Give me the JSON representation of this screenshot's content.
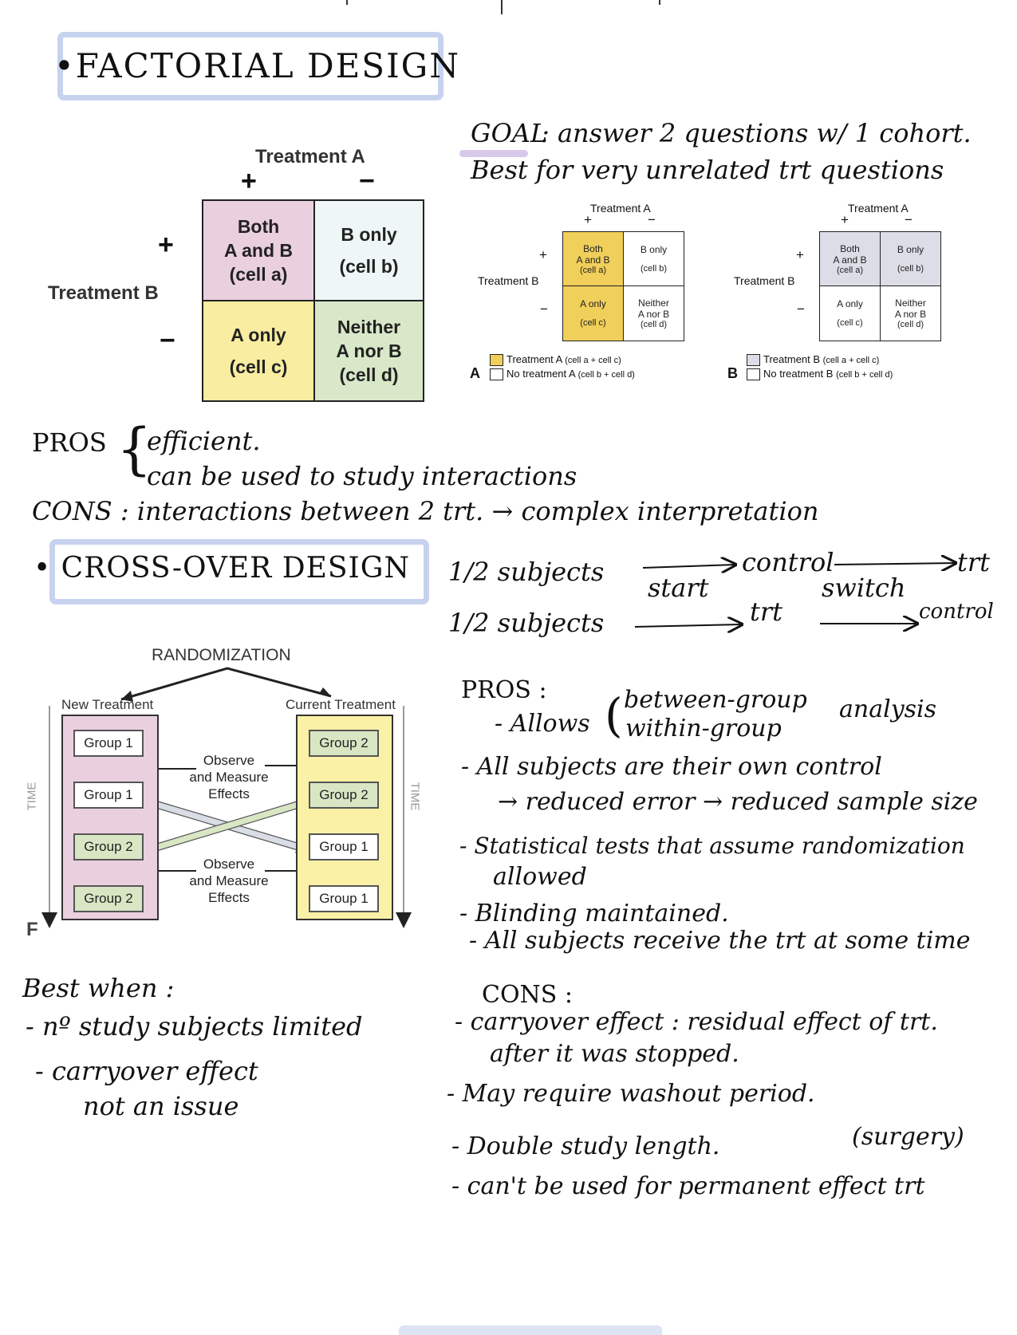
{
  "factorial": {
    "title": "•FACTORIAL DESIGN",
    "goal_label": "GOAL",
    "goal_text": ": answer 2 questions w/ 1 cohort.",
    "best_for": "Best for very unrelated trt questions",
    "big_matrix": {
      "col_header": "Treatment A",
      "col_plus": "+",
      "col_minus": "−",
      "row_header": "Treatment B",
      "row_plus": "+",
      "row_minus": "−",
      "cell_a": [
        "Both",
        "A and B",
        "(cell a)"
      ],
      "cell_b": [
        "B only",
        "(cell b)"
      ],
      "cell_c": [
        "A only",
        "(cell c)"
      ],
      "cell_d": [
        "Neither",
        "A nor B",
        "(cell d)"
      ]
    },
    "panel_a": {
      "letter": "A",
      "col_header": "Treatment A",
      "row_header": "Treatment B",
      "plus": "+",
      "minus": "−",
      "cell_a": [
        "Both",
        "A and B",
        "(cell a)"
      ],
      "cell_b": [
        "B only",
        "(cell b)"
      ],
      "cell_c": [
        "A only",
        "(cell c)"
      ],
      "cell_d": [
        "Neither",
        "A nor B",
        "(cell d)"
      ],
      "legend_1_name": "Treatment A",
      "legend_1_detail": "(cell a + cell c)",
      "legend_2_name": "No treatment A",
      "legend_2_detail": "(cell b + cell d)"
    },
    "panel_b": {
      "letter": "B",
      "col_header": "Treatment A",
      "row_header": "Treatment B",
      "plus": "+",
      "minus": "−",
      "cell_a": [
        "Both",
        "A and B",
        "(cell a)"
      ],
      "cell_b": [
        "B only",
        "(cell b)"
      ],
      "cell_c": [
        "A only",
        "(cell c)"
      ],
      "cell_d": [
        "Neither",
        "A nor B",
        "(cell d)"
      ],
      "legend_1_name": "Treatment B",
      "legend_1_detail": "(cell a + cell c)",
      "legend_2_name": "No treatment B",
      "legend_2_detail": "(cell b + cell d)"
    },
    "pros_label": "PROS",
    "pros_1": "efficient.",
    "pros_2": "can be used to study interactions",
    "cons": "CONS : interactions between 2 trt. → complex interpretation"
  },
  "crossover": {
    "title": "• CROSS-OVER DESIGN",
    "half_1": "1/2 subjects",
    "half_2": "1/2 subjects",
    "control_1": "control",
    "trt_1": "trt",
    "start": "start",
    "switch": "switch",
    "trt_2": "trt",
    "control_2": "control",
    "diagram": {
      "randomization": "RANDOMIZATION",
      "new_treatment": "New Treatment",
      "current_treatment": "Current Treatment",
      "time_left": "TIME",
      "time_right": "TIME",
      "letter": "F",
      "left_groups": [
        "Group 1",
        "Group 1",
        "Group 2",
        "Group 2"
      ],
      "right_groups": [
        "Group 2",
        "Group 2",
        "Group 1",
        "Group 1"
      ],
      "observe_1": [
        "Observe",
        "and Measure",
        "Effects"
      ],
      "observe_2": [
        "Observe",
        "and Measure",
        "Effects"
      ]
    },
    "pros_label": "PROS :",
    "pros_allows": "- Allows",
    "pros_between": "between-group",
    "pros_within": "within-group",
    "pros_analysis": "analysis",
    "pros_own_control": "- All subjects are their own control",
    "pros_reduced": "→ reduced error → reduced sample size",
    "pros_stat_1": "- Statistical tests that assume randomization",
    "pros_stat_2": "allowed",
    "pros_blinding": "- Blinding maintained.",
    "pros_receive": "- All subjects receive the trt at some time",
    "best_when": "Best when :",
    "best_1": "- nº study subjects limited",
    "best_2": "- carryover effect",
    "best_3": "not an issue",
    "cons_label": "CONS :",
    "cons_1": "- carryover effect : residual effect of trt.",
    "cons_1b": "after it was stopped.",
    "cons_2": "- May require washout period.",
    "cons_3": "- Double study length.",
    "cons_3b": "(surgery)",
    "cons_4": "- can't be used for permanent effect trt"
  }
}
